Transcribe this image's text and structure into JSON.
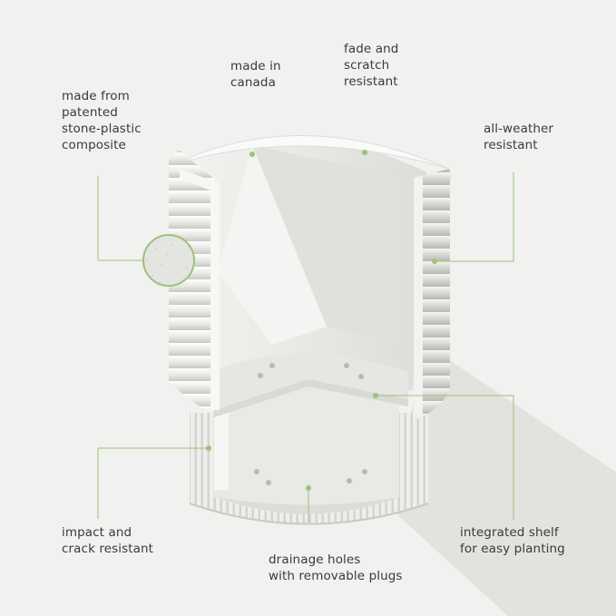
{
  "callouts": {
    "material": [
      "made from",
      "patented",
      "stone-plastic",
      "composite"
    ],
    "made_in": [
      "made in",
      "canada"
    ],
    "fade": [
      "fade and",
      "scratch",
      "resistant"
    ],
    "weather": [
      "all-weather",
      "resistant"
    ],
    "impact": [
      "impact and",
      "crack resistant"
    ],
    "drainage": [
      "drainage holes",
      "with removable plugs"
    ],
    "shelf": [
      "integrated shelf",
      "for easy planting"
    ]
  },
  "colors": {
    "background": "#f1f1ef",
    "accent": "#9cc27a",
    "text": "#3a3a38",
    "planter": "#ececea"
  }
}
